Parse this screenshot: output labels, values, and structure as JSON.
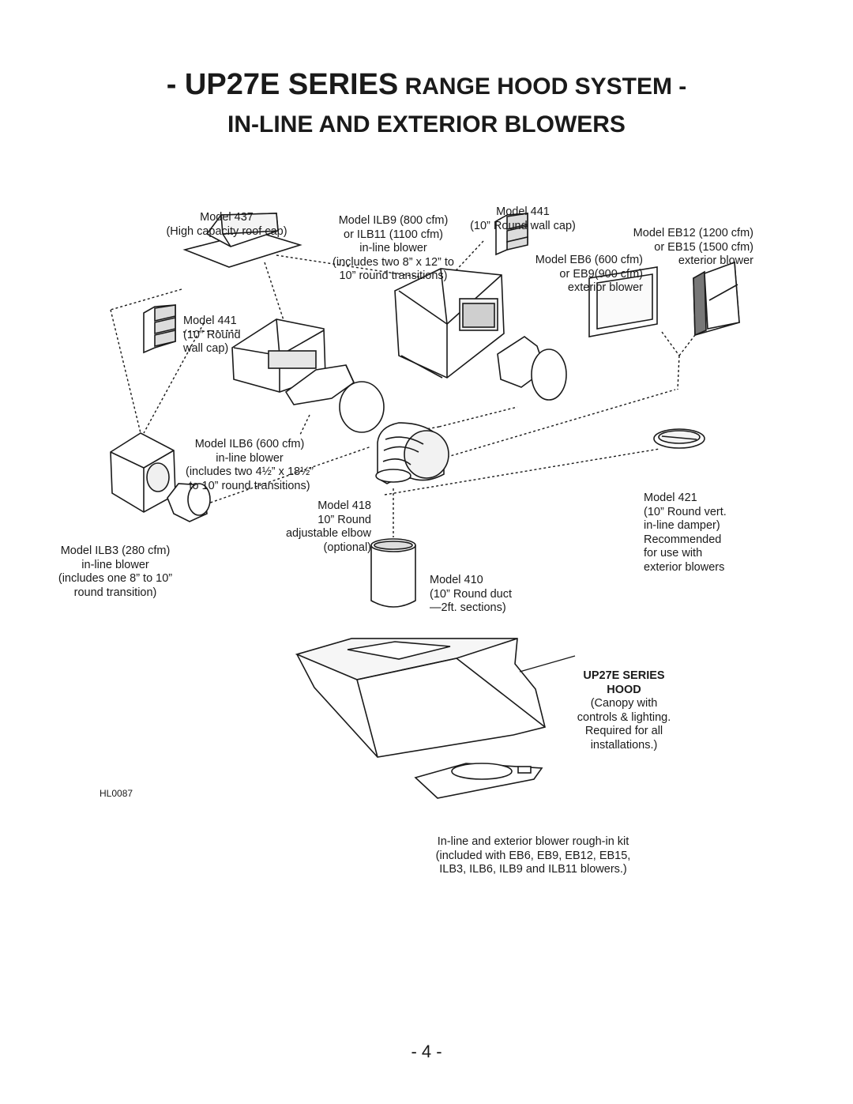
{
  "title": {
    "dash_left": "- ",
    "series": "UP27E SERIES",
    "rest": " RANGE HOOD SYSTEM -",
    "line2": "IN-LINE AND EXTERIOR BLOWERS"
  },
  "labels": {
    "m437": [
      "Model 437",
      "(High capacity roof cap)"
    ],
    "ilb9": [
      "Model ILB9 (800 cfm)",
      "or ILB11 (1100 cfm)",
      "in-line blower",
      "(includes two 8” x 12” to",
      "10” round transitions)"
    ],
    "m441_top": [
      "Model 441",
      "(10” Round wall cap)"
    ],
    "eb12": [
      "Model EB12 (1200 cfm)",
      "or EB15 (1500 cfm)",
      "exterior blower"
    ],
    "eb6": [
      "Model EB6 (600 cfm)",
      "or EB9(900 cfm)",
      "exterior blower"
    ],
    "m441_left": [
      "Model 441",
      "(10” Round",
      "wall cap)"
    ],
    "ilb6": [
      "Model ILB6 (600 cfm)",
      "in-line blower",
      "(includes two 4½” x 18½”",
      "to 10” round transitions)"
    ],
    "m418": [
      "Model 418",
      "10” Round",
      "adjustable elbow",
      "(optional)"
    ],
    "ilb3": [
      "Model ILB3 (280 cfm)",
      "in-line blower",
      "(includes one 8” to 10”",
      "round transition)"
    ],
    "m421": [
      "Model 421",
      "(10” Round vert.",
      "in-line damper)",
      "Recommended",
      "for use with",
      "exterior blowers"
    ],
    "m410": [
      "Model 410",
      "(10” Round duct",
      "—2ft. sections)"
    ],
    "hood": [
      "UP27E SERIES",
      "HOOD",
      "(Canopy with",
      "controls & lighting.",
      "Required for all",
      "installations.)"
    ],
    "kit": [
      "In-line and exterior blower rough-in kit",
      "(included with EB6, EB9, EB12, EB15,",
      "ILB3, ILB6, ILB9 and ILB11 blowers.)"
    ]
  },
  "drawing_code": "HL0087",
  "page_number": "- 4 -"
}
